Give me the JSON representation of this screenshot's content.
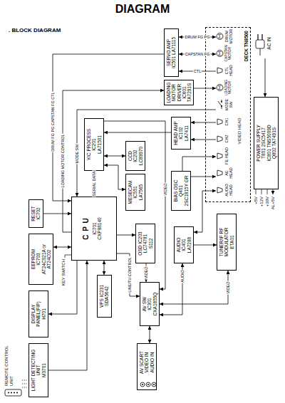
{
  "diagram": {
    "title": "DIAGRAM",
    "nodes": [
      {
        "text": [
          "REMOTE CONTROL UNIT"
        ]
      },
      {
        "text": [
          "LIGHT DETECTING UNIT",
          "M3701"
        ]
      },
      {
        "text": [
          "DISPLAY PANEL(FIP)",
          "H701"
        ]
      },
      {
        "text": [
          "EEPROM",
          "IC703",
          "AT24C021A or AT24C02"
        ]
      },
      {
        "text": [
          "RESET",
          "IC702"
        ]
      },
      {
        "text": [
          "VPS IC231",
          "SDA5642"
        ]
      },
      {
        "text": [
          "C P U",
          "IC701",
          "CXP88140"
        ]
      },
      {
        "text": [
          "AV SCART",
          "VIDEO IN",
          "AUDIO IN"
        ]
      },
      {
        "text": [
          "AV SW",
          "IC301",
          "CXA1855Q"
        ]
      },
      {
        "text": [
          "OSD IC203",
          "LC74781",
          "S112"
        ]
      },
      {
        "text": [
          "AUDIO",
          "IC401",
          "LA7288"
        ]
      },
      {
        "text": [
          "MESECAM",
          "IC551",
          "LA7565"
        ]
      },
      {
        "text": [
          "Y/C PROCESS",
          "IC201",
          "LA71501"
        ]
      },
      {
        "text": [
          "CCD",
          "IC202",
          "LC89970"
        ]
      },
      {
        "text": [
          "TUNER/IF RF MODULATOR",
          "ETA01"
        ]
      },
      {
        "text": [
          "BIAS OSC",
          "Q401",
          "2SC1815Y GR"
        ]
      },
      {
        "text": [
          "HEAD AMP",
          "IC102",
          "LA7411"
        ]
      },
      {
        "text": [
          "LOADING MOTOR DRIVER",
          "IC601",
          "TA7291S"
        ]
      },
      {
        "text": [
          "SERVO AMP",
          "IC501 LA71115"
        ]
      },
      {
        "text": [
          "DECK TN8500"
        ]
      },
      {
        "text": [
          "AUDIO HEAD"
        ],
        "in": 19
      },
      {
        "text": [
          "AE HEAD"
        ],
        "in": 19
      },
      {
        "text": [
          "FE HEAD"
        ],
        "in": 19
      },
      {
        "text": [
          "CH2"
        ],
        "in": 19
      },
      {
        "text": [
          "CH1"
        ],
        "in": 19
      },
      {
        "text": [
          "MODE SW"
        ],
        "in": 19
      },
      {
        "text": [
          "LOADING MOTOR"
        ],
        "in": 19
      },
      {
        "text": [
          "CTL HEAD"
        ],
        "in": 19
      },
      {
        "text": [
          "CAPSTAN MOTOR"
        ],
        "in": 19
      },
      {
        "text": [
          "DRUM MOTOR"
        ],
        "in": 19
      },
      {
        "text": [
          "POWER SUPPLY",
          "T801 2SC5417",
          "IC801 TNS5009D",
          "Q802 TA7491S"
        ]
      },
      {
        "text": [
          "AC IN"
        ]
      }
    ],
    "edges": [
      {
        "from": 1,
        "to": 6,
        "arrow": "to"
      },
      {
        "from": 6,
        "to": 2,
        "arrow": "to"
      },
      {
        "from": 6,
        "to": 3,
        "arrow": "both"
      },
      {
        "from": 4,
        "to": 6,
        "arrow": "to"
      },
      {
        "from": 6,
        "to": 5,
        "arrow": "both"
      },
      {
        "from": 6,
        "to": 8,
        "arrow": "to",
        "label": "LINE/TU CONTROL"
      },
      {
        "from": 6,
        "to": 9,
        "arrow": "to"
      },
      {
        "from": 6,
        "to": 12,
        "arrow": "to",
        "label": "SERIAL DATA"
      },
      {
        "from": 6,
        "to": 17,
        "arrow": "to",
        "label": "LOADING MOTOR CONTROL"
      },
      {
        "from": 18,
        "to": 6,
        "arrow": "to",
        "label": "DRUM FG PG CAPSTAN FG CTL"
      },
      {
        "from": 25,
        "to": 6,
        "arrow": "to",
        "label": "MODE SW"
      },
      {
        "from": 17,
        "to": 26,
        "arrow": "to"
      },
      {
        "from": 18,
        "to": 29,
        "arrow": "both",
        "label": "DRUM FG PG"
      },
      {
        "from": 18,
        "to": 28,
        "arrow": "both",
        "label": "CAPSTAN FG"
      },
      {
        "from": 27,
        "to": 18,
        "arrow": "to",
        "label": "CTL"
      },
      {
        "from": 24,
        "to": 16,
        "arrow": "to"
      },
      {
        "from": 23,
        "to": 16,
        "arrow": "to"
      },
      {
        "from": 16,
        "to": 12,
        "arrow": "to"
      },
      {
        "from": 12,
        "to": 13,
        "arrow": "both"
      },
      {
        "from": 12,
        "to": 11,
        "arrow": "both"
      },
      {
        "from": 9,
        "to": 8,
        "arrow": "to",
        "label": "VIDEO"
      },
      {
        "from": 12,
        "to": 8,
        "arrow": "to",
        "label": "VIDEO"
      },
      {
        "from": 10,
        "to": 8,
        "arrow": "both",
        "label": "AUDIO"
      },
      {
        "from": 10,
        "to": 20,
        "arrow": "both"
      },
      {
        "from": 15,
        "to": 22,
        "arrow": "to"
      },
      {
        "from": 15,
        "to": 21,
        "arrow": "to"
      },
      {
        "from": 8,
        "to": 7,
        "arrow": "both"
      },
      {
        "from": 8,
        "to": 14,
        "arrow": "both",
        "label": "VIDEO"
      },
      {
        "from": 10,
        "to": 14,
        "arrow": "to"
      },
      {
        "from": 31,
        "to": 30,
        "arrow": "to"
      }
    ],
    "labels": [
      ". BLOCK DIAGRAM",
      "KEY SWITCH",
      "VIDEO HEAD",
      "+5V",
      "+12V",
      "+30V",
      "AL+5V"
    ]
  }
}
